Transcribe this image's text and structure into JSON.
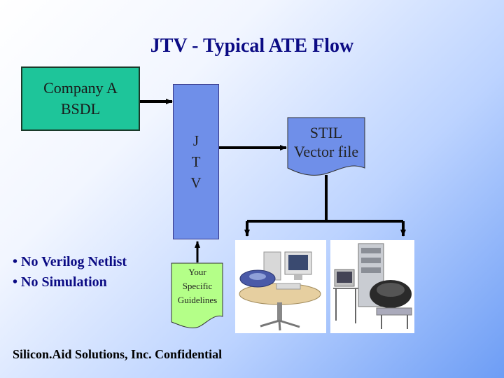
{
  "title": "JTV - Typical ATE Flow",
  "company_box": {
    "line1": "Company A",
    "line2": "BSDL"
  },
  "jtv_box": {
    "letters": [
      "J",
      "T",
      "V"
    ]
  },
  "stil_doc": {
    "line1": "STIL",
    "line2": "Vector file"
  },
  "guidelines_doc": {
    "line1": "Your",
    "line2": "Specific",
    "line3": "Guidelines"
  },
  "bullets": [
    "• No Verilog Netlist",
    "• No Simulation"
  ],
  "footer": "Silicon.Aid Solutions, Inc. Confidential",
  "colors": {
    "title": "#0b0b84",
    "company_box": "#1ec59a",
    "jtv_box": "#6f8fe9",
    "stil_doc": "#6f8fe9",
    "guidelines_doc": "#b4ff88"
  },
  "images": {
    "left_photo": "ate-workstation-photo",
    "right_photo": "ate-tester-photo"
  }
}
